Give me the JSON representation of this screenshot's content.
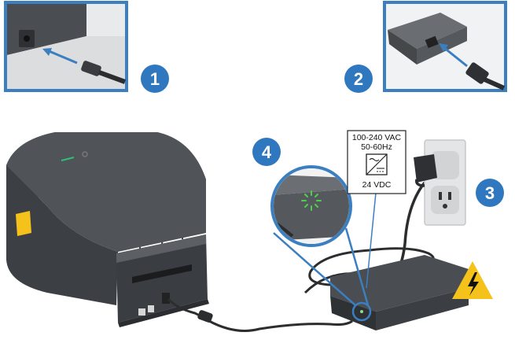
{
  "colors": {
    "frame_blue": "#3c7fc0",
    "badge_blue": "#2f78bf",
    "printer_dark": "#3f4246",
    "printer_mid": "#55585c",
    "cable": "#2b2d2f",
    "led_green": "#4bd34b",
    "warning_yellow": "#f4c21a"
  },
  "steps": [
    {
      "number": "1",
      "icon": "plug-into-printer-icon"
    },
    {
      "number": "2",
      "icon": "cord-into-adapter-icon"
    },
    {
      "number": "3",
      "icon": "wall-outlet-icon"
    },
    {
      "number": "4",
      "icon": "power-led-icon"
    }
  ],
  "power_label": {
    "input_voltage": "100-240 VAC",
    "frequency": "50-60Hz",
    "output_voltage": "24 VDC",
    "icon": "power-supply-symbol-icon"
  },
  "warning": {
    "icon": "high-voltage-warning-icon"
  }
}
